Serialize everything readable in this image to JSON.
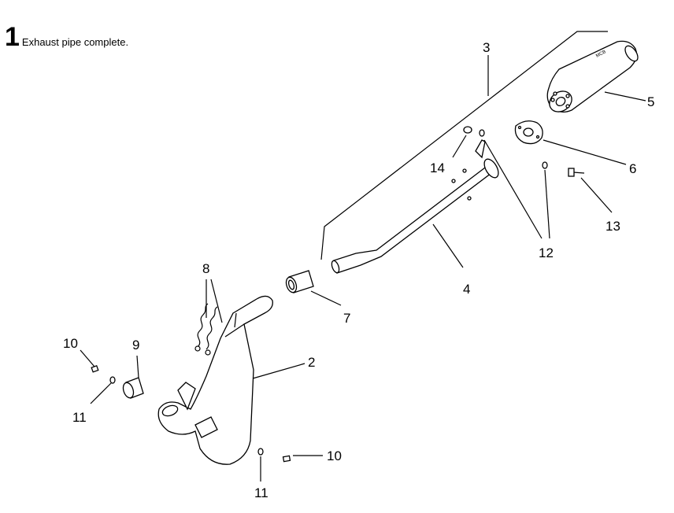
{
  "title": {
    "number": "1",
    "text": "Exhaust pipe complete."
  },
  "muffler_mark": "MCB",
  "callouts": {
    "c2": "2",
    "c3": "3",
    "c4": "4",
    "c5": "5",
    "c6": "6",
    "c7": "7",
    "c8": "8",
    "c9": "9",
    "c10a": "10",
    "c10b": "10",
    "c11a": "11",
    "c11b": "11",
    "c12": "12",
    "c13": "13",
    "c14": "14"
  }
}
